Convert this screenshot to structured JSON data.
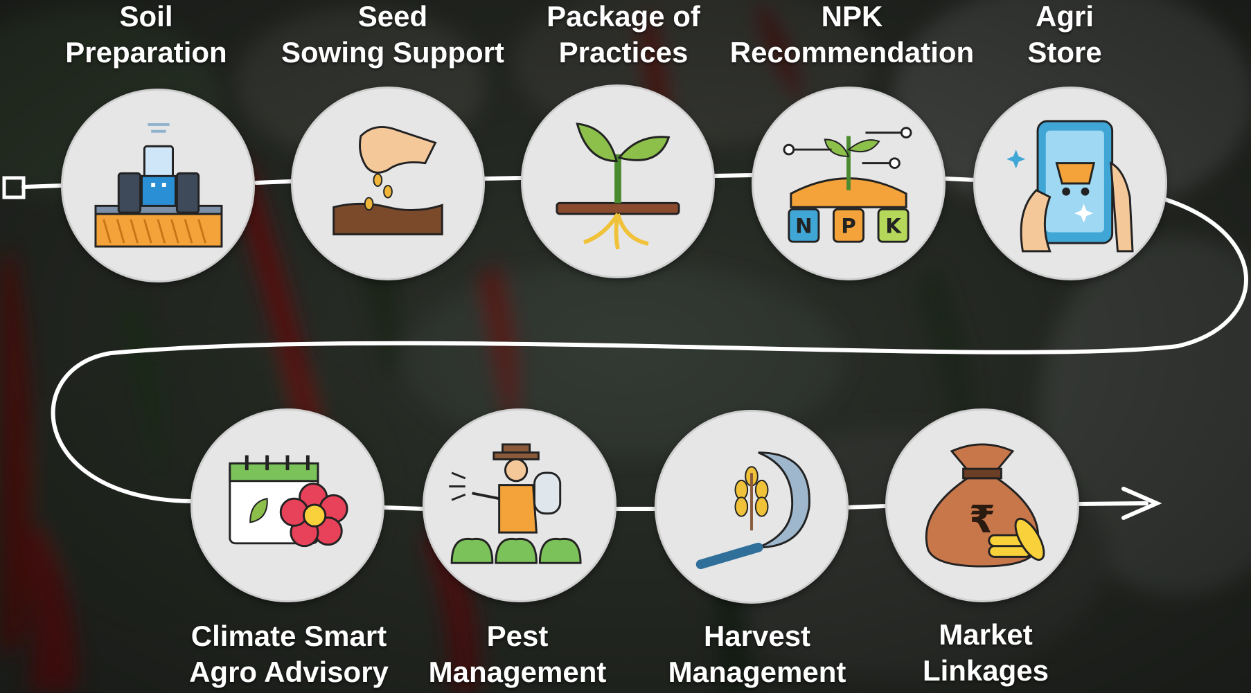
{
  "steps": [
    {
      "id": "soil-preparation",
      "line1": "Soil",
      "line2": "Preparation",
      "icon": "tractor-icon"
    },
    {
      "id": "seed-sowing-support",
      "line1": "Seed",
      "line2": "Sowing Support",
      "icon": "hand-sowing-seeds-icon"
    },
    {
      "id": "package-of-practices",
      "line1": "Package of",
      "line2": "Practices",
      "icon": "seedling-icon"
    },
    {
      "id": "npk-recommendation",
      "line1": "NPK",
      "line2": "Recommendation",
      "icon": "npk-plant-icon"
    },
    {
      "id": "agri-store",
      "line1": "Agri",
      "line2": "Store",
      "icon": "mobile-shopping-cart-icon"
    },
    {
      "id": "climate-smart-agro-advisory",
      "line1": "Climate Smart",
      "line2": "Agro Advisory",
      "icon": "calendar-flower-icon"
    },
    {
      "id": "pest-management",
      "line1": "Pest",
      "line2": "Management",
      "icon": "farmer-sprayer-icon"
    },
    {
      "id": "harvest-management",
      "line1": "Harvest",
      "line2": "Management",
      "icon": "sickle-wheat-icon"
    },
    {
      "id": "market-linkages",
      "line1": "Market",
      "line2": "Linkages",
      "icon": "money-bag-rupee-icon"
    }
  ],
  "colors": {
    "background": "#3b3f38",
    "connector": "#ffffff",
    "node_fill": "#e6e6e6",
    "label_text": "#ffffff",
    "chili_red": "#8f1f1c",
    "leaf_green": "#2f4a2c"
  }
}
